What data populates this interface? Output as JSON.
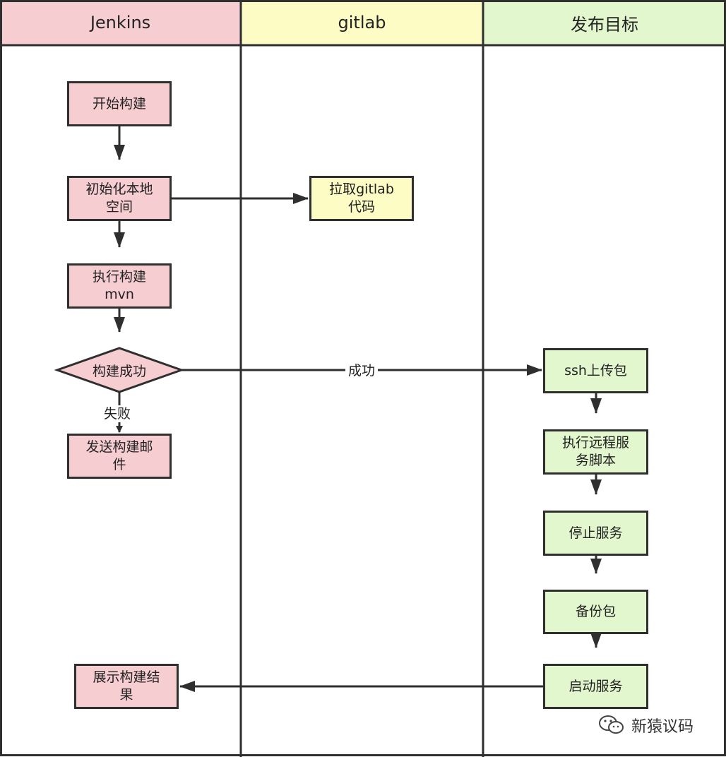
{
  "lanes": [
    {
      "id": "jenkins",
      "title": "Jenkins",
      "color": "#f6cdd0"
    },
    {
      "id": "gitlab",
      "title": "gitlab",
      "color": "#fdfcc5"
    },
    {
      "id": "target",
      "title": "发布目标",
      "color": "#e3f7ce"
    }
  ],
  "nodes": {
    "start_build": "开始构建",
    "init_workspace": "初始化本地\n空间",
    "pull_code": "拉取gitlab\n代码",
    "run_build": "执行构建\nmvn",
    "build_success": "构建成功",
    "send_mail": "发送构建邮\n件",
    "ssh_upload": "ssh上传包",
    "remote_script": "执行远程服\n务脚本",
    "stop_service": "停止服务",
    "backup_package": "备份包",
    "start_service": "启动服务",
    "show_result": "展示构建结\n果"
  },
  "edge_labels": {
    "success": "成功",
    "failure": "失败"
  },
  "watermark": {
    "text": "新猿议码",
    "icon": "wechat-icon"
  },
  "colors": {
    "jenkins_fill": "#f6cdd0",
    "gitlab_fill": "#fdfcc5",
    "target_fill": "#e3f7ce",
    "stroke": "#2f2f2f"
  }
}
